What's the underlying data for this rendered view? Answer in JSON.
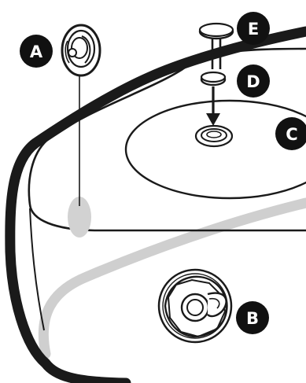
{
  "callouts": {
    "a": {
      "letter": "A",
      "part": "valve-with-cap"
    },
    "b": {
      "letter": "B",
      "part": "valve-with-cap"
    },
    "c": {
      "letter": "C",
      "part": "inflatable-top-surface"
    },
    "d": {
      "letter": "D",
      "part": "lower-plug"
    },
    "e": {
      "letter": "E",
      "part": "upper-plug"
    }
  },
  "colors": {
    "ink": "#1a1a1a",
    "badge": "#111111",
    "badge_text": "#ffffff",
    "shadow": "#cfcfcf",
    "background": "#ffffff"
  }
}
